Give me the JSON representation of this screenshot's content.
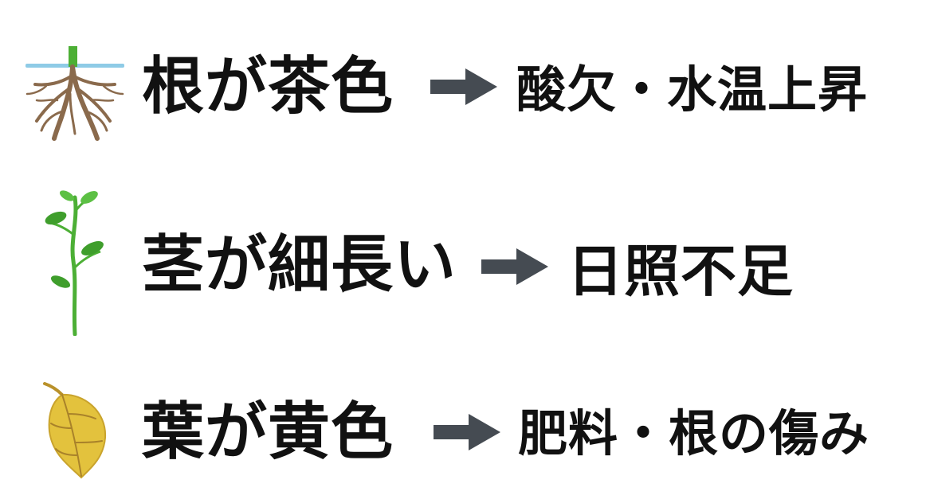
{
  "colors": {
    "text": "#111111",
    "arrow": "#454b52",
    "water": "#8ecbe6",
    "root": "#8a6a4c",
    "stem": "#4caf35",
    "leaf": "#e3c23d"
  },
  "rows": [
    {
      "icon": "roots-icon",
      "symptom": "根が茶色",
      "arrow": "arrow-right-icon",
      "cause": "酸欠・水温上昇"
    },
    {
      "icon": "sprout-icon",
      "symptom": "茎が細長い",
      "arrow": "arrow-right-icon",
      "cause": "日照不足"
    },
    {
      "icon": "yellow-leaf-icon",
      "symptom": "葉が黄色",
      "arrow": "arrow-right-icon",
      "cause": "肥料・根の傷み"
    }
  ]
}
